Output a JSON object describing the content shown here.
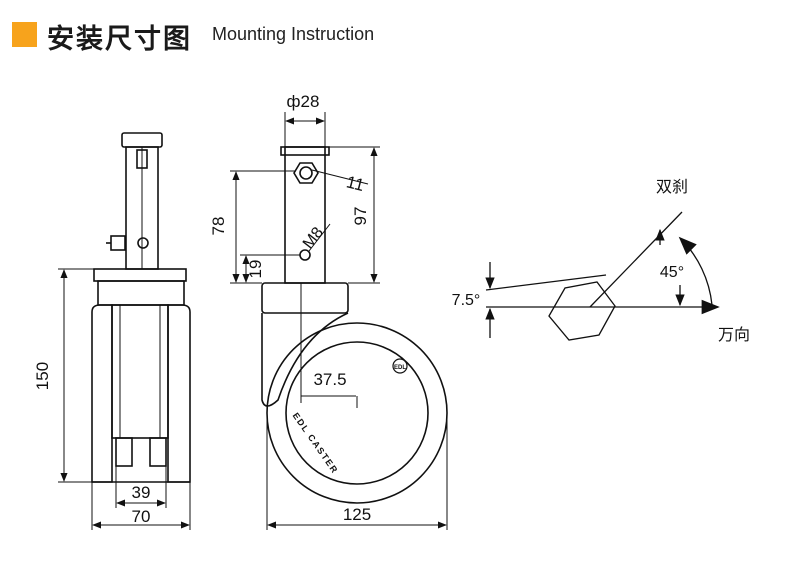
{
  "header": {
    "title_cn": "安装尺寸图",
    "title_en": "Mounting Instruction",
    "accent_color": "#f7a31c"
  },
  "front_view": {
    "dim_height": "150",
    "dim_inner_width": "39",
    "dim_outer_width": "70"
  },
  "side_view": {
    "dim_stem_diameter": "ф28",
    "dim_stem_length": "78",
    "dim_total_height": "97",
    "dim_bolt_offset": "19",
    "label_hex_bolt": "11",
    "label_thread": "M8",
    "dim_offset": "37.5",
    "dim_wheel_diameter": "125",
    "wheel_brand": "EDL CASTER",
    "logo_text": "EDL"
  },
  "angle_view": {
    "label_brake": "双刹",
    "label_direction": "万向",
    "angle_small": "7.5°",
    "angle_large": "45°"
  }
}
